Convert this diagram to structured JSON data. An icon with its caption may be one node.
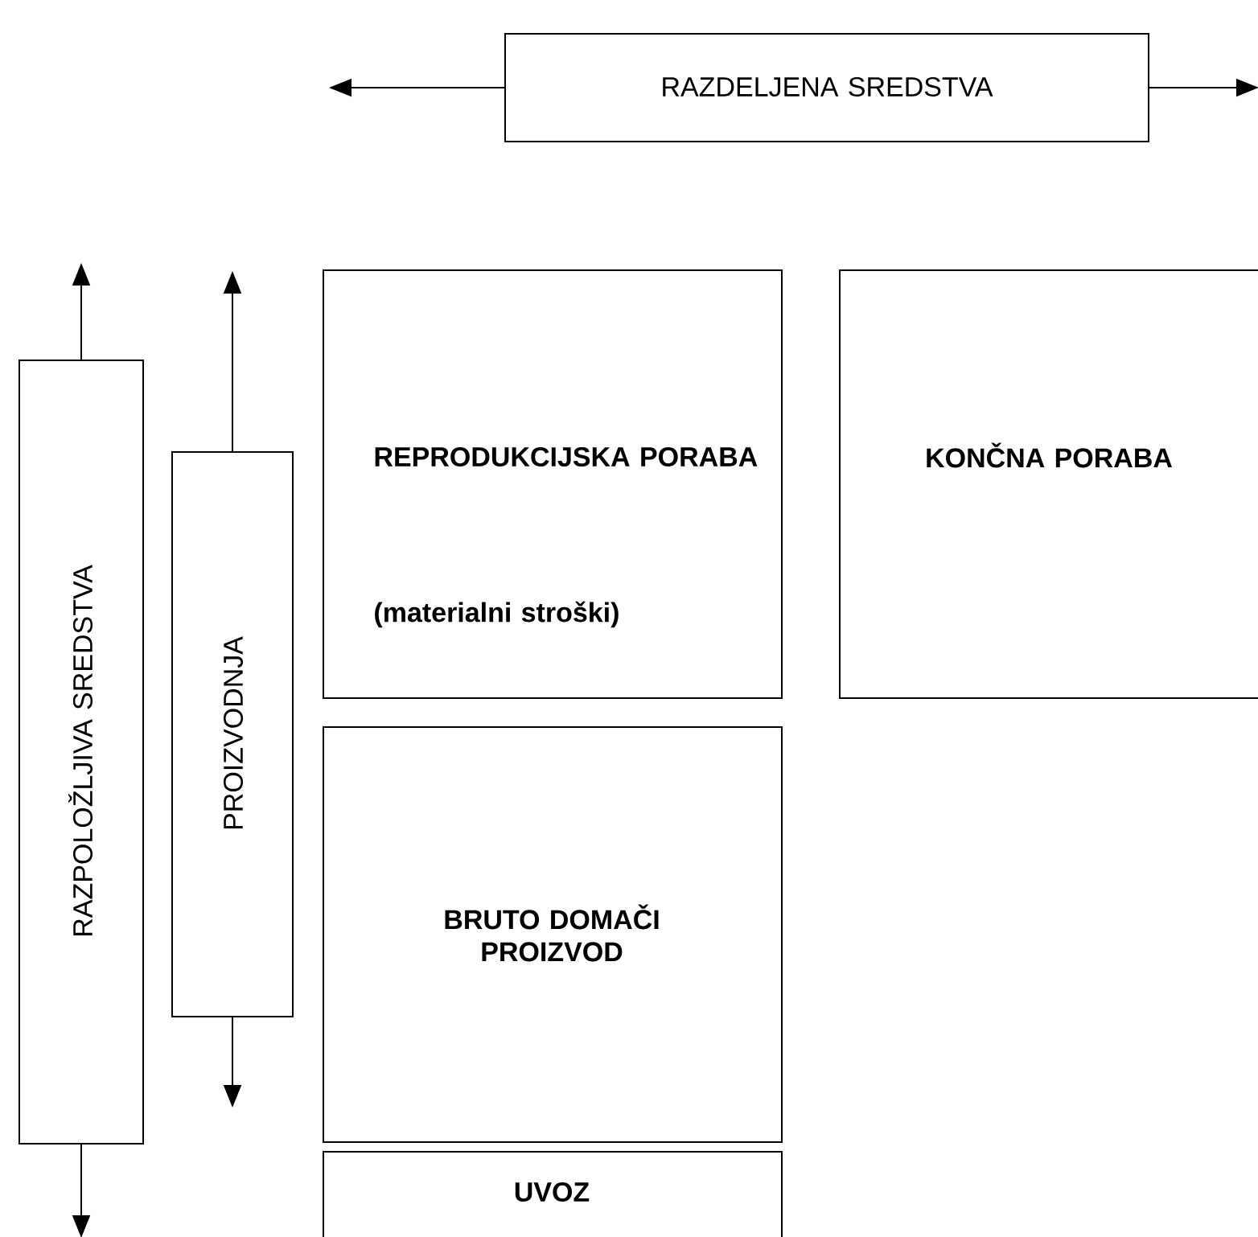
{
  "diagram": {
    "nodes": [
      {
        "text": [
          "RAZDELJENA SREDSTVA"
        ]
      },
      {
        "text": [
          "RAZPOLOŽLJIVA SREDSTVA"
        ]
      },
      {
        "text": [
          "PROIZVODNJA"
        ]
      },
      {
        "text": [
          "REPRODUKCIJSKA PORABA",
          "(materialni stroški)"
        ]
      },
      {
        "text": [
          "KONČNA PORABA"
        ]
      },
      {
        "text": [
          "BRUTO DOMAČI PROIZVOD"
        ]
      },
      {
        "text": [
          "UVOZ"
        ]
      }
    ],
    "edges": [
      {
        "from": 0,
        "to": null,
        "arrow": "to"
      },
      {
        "from": 0,
        "to": null,
        "arrow": "to"
      },
      {
        "from": 1,
        "to": null,
        "arrow": "to"
      },
      {
        "from": 1,
        "to": null,
        "arrow": "to"
      },
      {
        "from": 2,
        "to": null,
        "arrow": "to"
      },
      {
        "from": 2,
        "to": null,
        "arrow": "to"
      }
    ]
  }
}
